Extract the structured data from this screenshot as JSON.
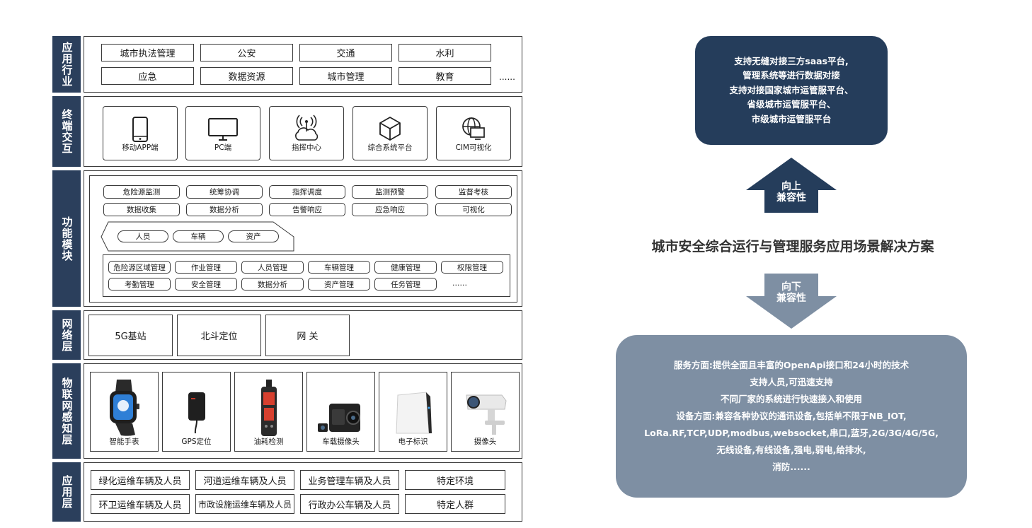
{
  "layers": {
    "application_industry": {
      "label": "应用行业",
      "row1": [
        "城市执法管理",
        "公安",
        "交通",
        "水利"
      ],
      "row2": [
        "应急",
        "数据资源",
        "城市管理",
        "教育"
      ],
      "more": "......"
    },
    "terminal": {
      "label": "终端交互",
      "items": [
        {
          "label": "移动APP端",
          "icon": "mobile-phone-icon"
        },
        {
          "label": "PC端",
          "icon": "monitor-icon"
        },
        {
          "label": "指挥中心",
          "icon": "cloud-signal-icon"
        },
        {
          "label": "综合系统平台",
          "icon": "cube-icon"
        },
        {
          "label": "CIM可视化",
          "icon": "globe-screen-icon"
        }
      ]
    },
    "function": {
      "label": "功能模块",
      "row1": [
        "危险源监测",
        "统筹协调",
        "指挥调度",
        "监测预警",
        "监督考核"
      ],
      "row2": [
        "数据收集",
        "数据分析",
        "告警响应",
        "应急响应",
        "可视化"
      ],
      "objects": [
        "人员",
        "车辆",
        "资产"
      ],
      "mgmt_row1": [
        "危险源区域管理",
        "作业管理",
        "人员管理",
        "车辆管理",
        "健康管理",
        "权限管理"
      ],
      "mgmt_row2": [
        "考勤管理",
        "安全管理",
        "数据分析",
        "资产管理",
        "任务管理"
      ],
      "more": "......"
    },
    "network": {
      "label": "网络层",
      "items": [
        "5G基站",
        "北斗定位",
        "网 关"
      ]
    },
    "iot": {
      "label": "物联网感知层",
      "items": [
        {
          "label": "智能手表",
          "icon": "smart-watch-icon"
        },
        {
          "label": "GPS定位",
          "icon": "gps-tracker-icon"
        },
        {
          "label": "油耗检测",
          "icon": "fuel-detector-icon"
        },
        {
          "label": "车载摄像头",
          "icon": "dashcam-icon"
        },
        {
          "label": "电子标识",
          "icon": "rfid-tag-icon"
        },
        {
          "label": "摄像头",
          "icon": "cctv-camera-icon"
        }
      ]
    },
    "application": {
      "label": "应用层",
      "row1": [
        "绿化运维车辆及人员",
        "河道运维车辆及人员",
        "业务管理车辆及人员",
        "特定环境"
      ],
      "row2": [
        "环卫运维车辆及人员",
        "市政设施运维车辆及人员",
        "行政办公车辆及人员",
        "特定人群"
      ]
    }
  },
  "right": {
    "title": "城市安全综合运行与管理服务应用场景解决方案",
    "upward_arrow": [
      "向上",
      "兼容性"
    ],
    "downward_arrow": [
      "向下",
      "兼容性"
    ],
    "top_box_lines": [
      "支持无缝对接三方saas平台,",
      "管理系统等进行数据对接",
      "支持对接国家城市运管服平台、",
      "省级城市运管服平台、",
      "市级城市运管服平台"
    ],
    "bottom_box_lines": [
      "服务方面:提供全面且丰富的OpenApi接口和24小时的技术",
      "支持人员,可迅速支持",
      "不同厂家的系统进行快速接入和使用",
      "设备方面:兼容各种协议的通讯设备,包括单不限于NB_IOT,",
      "LoRa.RF,TCP,UDP,modbus,websocket,串口,蓝牙,2G/3G/4G/5G,",
      "无线设备,有线设备,强电,弱电,给排水,",
      "消防......"
    ]
  },
  "colors": {
    "label_bg": "#2b3f5c",
    "top_box": "#253d5b",
    "bottom_box": "#7e8fa3",
    "up_arrow": "#253d5b",
    "down_arrow": "#7e8fa3"
  }
}
